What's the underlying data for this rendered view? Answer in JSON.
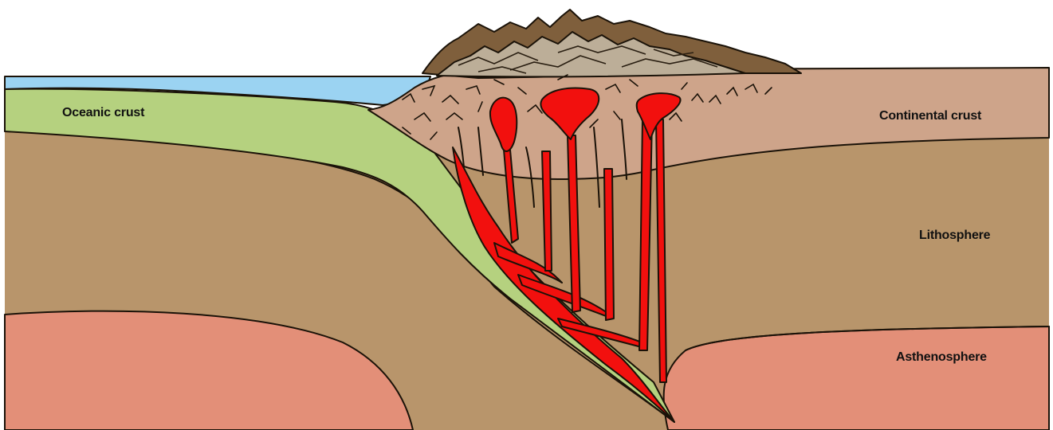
{
  "labels": {
    "oceanic_crust": "Oceanic crust",
    "continental_crust": "Continental crust",
    "lithosphere": "Lithosphere",
    "asthenosphere": "Asthenosphere"
  },
  "colors": {
    "ocean": "#9bd3f2",
    "oceanic_crust": "#b5d17f",
    "continental_crust": "#cea48a",
    "lithosphere": "#b8956b",
    "asthenosphere": "#e38f78",
    "magma": "#f2100e",
    "mountain_dark": "#7f5f3c",
    "mountain_light": "#bcae98"
  }
}
